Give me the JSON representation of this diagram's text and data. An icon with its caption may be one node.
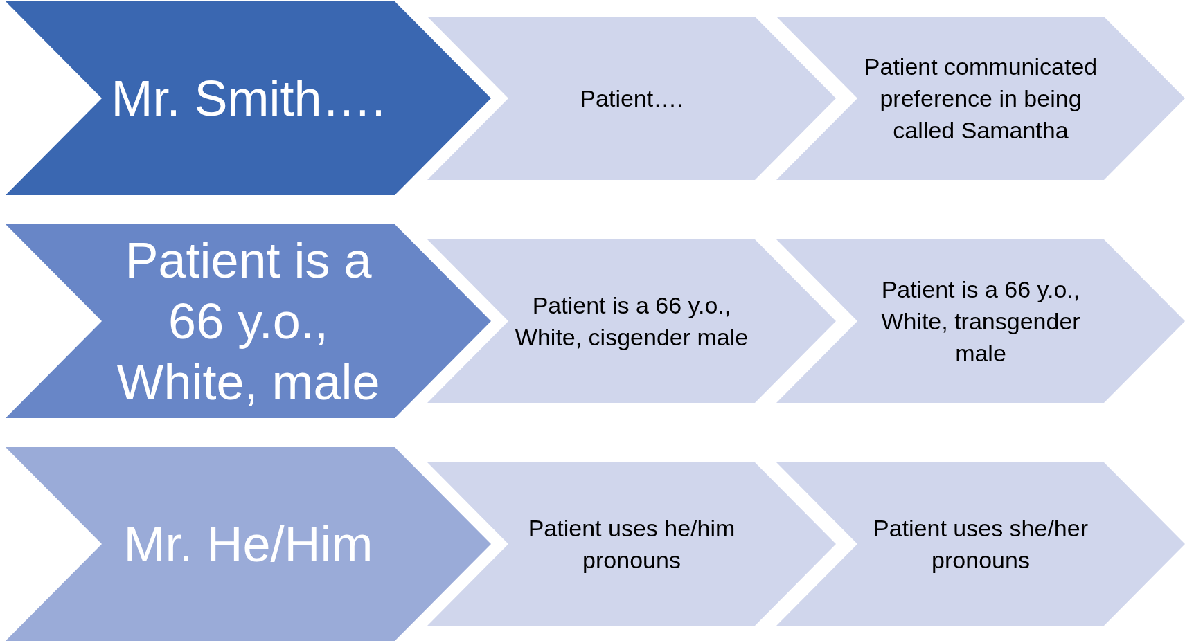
{
  "diagram": {
    "nodes": [
      {
        "text": [
          "Mr. Smith…."
        ]
      },
      {
        "text": [
          "Patient…."
        ]
      },
      {
        "text": [
          "Patient communicated preference in being called Samantha"
        ]
      },
      {
        "text": [
          "Patient is a 66 y.o., White, male"
        ]
      },
      {
        "text": [
          "Patient is a 66 y.o., White, cisgender male"
        ]
      },
      {
        "text": [
          "Patient is a 66 y.o., White, transgender male"
        ]
      },
      {
        "text": [
          "Mr. He/Him"
        ]
      },
      {
        "text": [
          "Patient uses he/him pronouns"
        ]
      },
      {
        "text": [
          "Patient uses she/her pronouns"
        ]
      }
    ]
  }
}
